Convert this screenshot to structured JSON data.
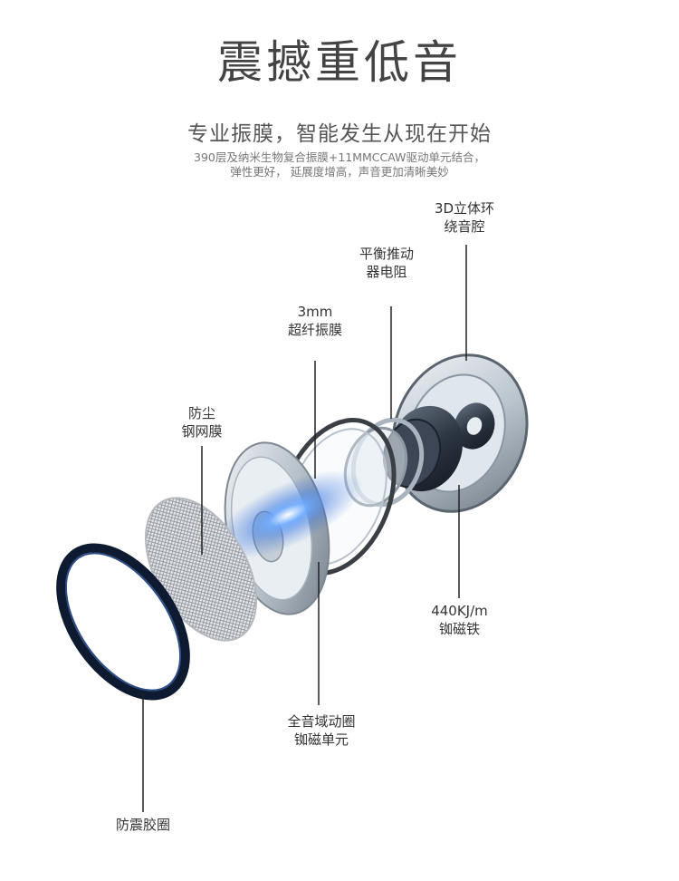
{
  "heading": {
    "title": "震撼重低音",
    "subtitle": "专业振膜，智能发生从现在开始",
    "desc_line1": "390层及纳米生物复合振膜+11MMCCAW驱动单元结合，",
    "desc_line2": "弹性更好， 延展度增高，声音更加清晰美妙"
  },
  "labels": {
    "surround_cavity": [
      "3D立体环",
      "绕音腔"
    ],
    "balance_resistor": [
      "平衡推动",
      "器电阻"
    ],
    "diaphragm": [
      "3mm",
      "超纤振膜"
    ],
    "dust_mesh": [
      "防尘",
      "钢网膜"
    ],
    "magnet": [
      "440KJ/m",
      "铷磁铁"
    ],
    "coil_unit": [
      "全音域动圈",
      "铷磁单元"
    ],
    "shock_ring": [
      "防震胶圈"
    ]
  },
  "colors": {
    "accent": "#2a6ad8",
    "ring_dark": "#0d1a30",
    "metal": "#c9d2da"
  }
}
